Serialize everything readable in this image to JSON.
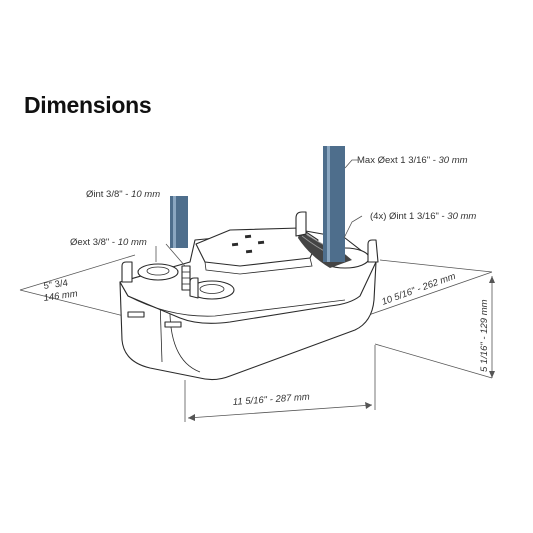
{
  "title": "Dimensions",
  "labels": {
    "max_ext_a": "Max Øext 1 3/16\" - ",
    "max_ext_b": "30 mm",
    "int_4x_a": "(4x) Øint 1 3/16\" - ",
    "int_4x_b": "30 mm",
    "int_38_a": "Øint 3/8\" - ",
    "int_38_b": "10 mm",
    "ext_38_a": "Øext 3/8\" - ",
    "ext_38_b": "10 mm",
    "depth_in": "5\" 3/4",
    "depth_mm": "146 mm",
    "width": "11 5/16\" - 287 mm",
    "length": "10 5/16\" - 262 mm",
    "height": "5 1/16\" - 129 mm"
  },
  "colors": {
    "tube": "#4e6e8c",
    "outline": "#2b2b2b"
  }
}
